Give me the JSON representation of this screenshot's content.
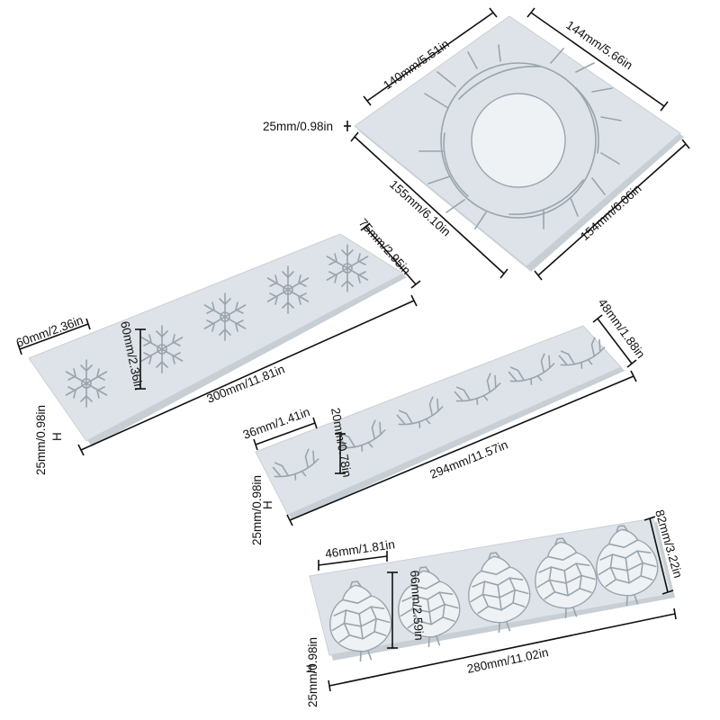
{
  "square_mat": {
    "top_width": "140mm/5.51in",
    "right_top": "144mm/5.66in",
    "thickness": "25mm/0.98in",
    "bottom_left": "155mm/6.10in",
    "bottom_right": "154mm/6.06in"
  },
  "snowflake_mat": {
    "width": "75mm/2.95in",
    "pattern_width": "60mm/2.36in",
    "pattern_height": "60mm/2.36in",
    "length": "300mm/11.81in",
    "thickness": "25mm/0.98in",
    "thickness_marker": "H"
  },
  "antler_mat": {
    "width": "48mm/1.88in",
    "pattern_width": "36mm/1.41in",
    "pattern_height": "20mm/0.78in",
    "length": "294mm/11.57in",
    "thickness": "25mm/0.98in",
    "thickness_marker": "H"
  },
  "pinecone_mat": {
    "width": "82mm/3.22in",
    "pattern_width": "46mm/1.81in",
    "pattern_height": "66mm/2.59in",
    "length": "280mm/11.02in",
    "thickness": "25mm/0.98in",
    "thickness_marker": "H"
  }
}
